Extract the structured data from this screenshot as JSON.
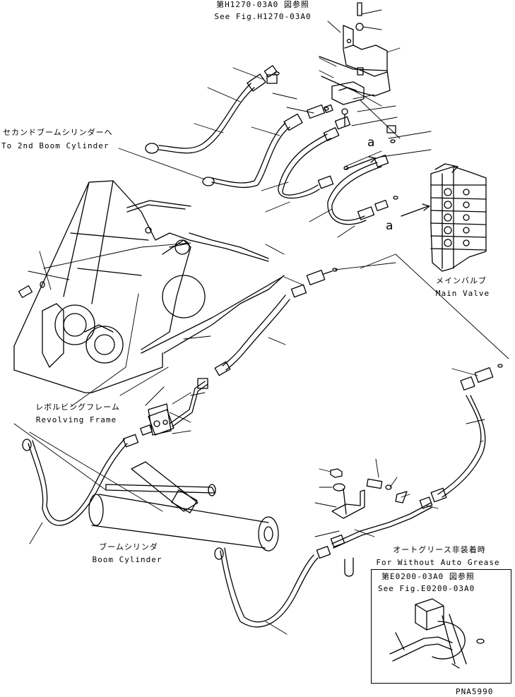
{
  "references": {
    "top_jp": "第H1270-03A0 図参照",
    "top_en": "See Fig.H1270-03A0",
    "inset_jp": "第E0200-03A0 図参照",
    "inset_en": "See Fig.E0200-03A0"
  },
  "components": {
    "second_boom_jp": "セカンドブームシリンダーへ",
    "second_boom_en": "To 2nd Boom Cylinder",
    "main_valve_jp": "メインバルブ",
    "main_valve_en": "Main Valve",
    "revolving_frame_jp": "レボルビングフレーム",
    "revolving_frame_en": "Revolving Frame",
    "boom_cylinder_jp": "ブームシリンダ",
    "boom_cylinder_en": "Boom Cylinder",
    "auto_grease_jp": "オートグリース非装着時",
    "auto_grease_en": "For Without Auto Grease"
  },
  "connection_marks": [
    "a",
    "a"
  ],
  "drawing_number": "PNA5990",
  "colors": {
    "line": "#000000",
    "background": "#ffffff"
  }
}
